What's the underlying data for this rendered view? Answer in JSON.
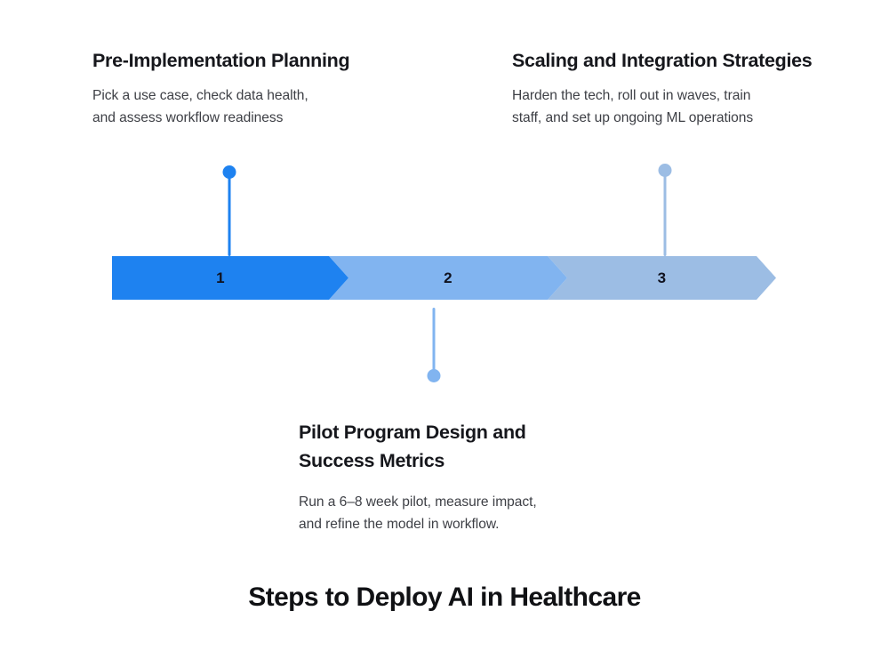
{
  "page_title": "Steps to Deploy AI in Healthcare",
  "colors": {
    "step1": "#1E82F0",
    "step2": "#81B4F0",
    "step3": "#9CBDE4",
    "heading_text": "#16171c",
    "body_text": "#3d3f45",
    "number_text": "#10121f",
    "background": "#ffffff"
  },
  "chart_data": {
    "type": "timeline",
    "title": "Steps to Deploy AI in Healthcare",
    "orientation": "horizontal",
    "shape": "chevron-arrow",
    "steps": [
      {
        "number": "1",
        "title": "Pre-Implementation Planning",
        "body": "Pick a use case, check data health,\nand assess workflow readiness",
        "color": "#1E82F0",
        "label_position": "above"
      },
      {
        "number": "2",
        "title": "Pilot Program Design and\nSuccess Metrics",
        "body": "Run a 6–8 week pilot, measure impact,\nand refine the model in workflow.",
        "color": "#81B4F0",
        "label_position": "below"
      },
      {
        "number": "3",
        "title": "Scaling and Integration Strategies",
        "body": "Harden the tech, roll out in waves, train\nstaff, and set up ongoing ML operations",
        "color": "#9CBDE4",
        "label_position": "above"
      }
    ]
  }
}
